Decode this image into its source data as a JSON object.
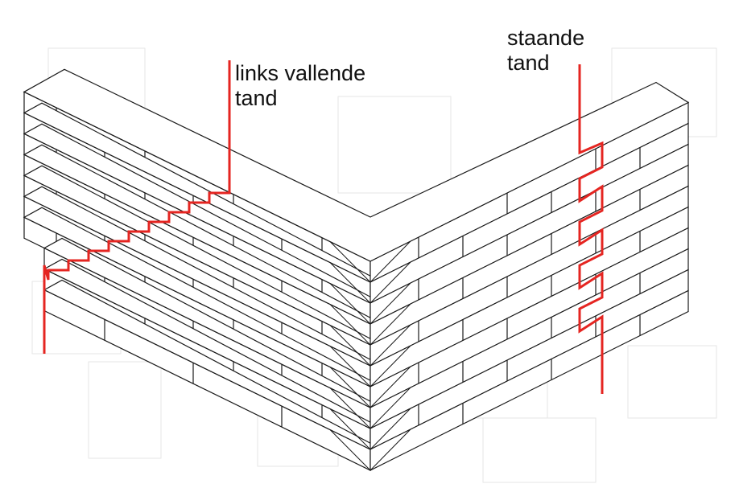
{
  "labels": {
    "left_line1": "links vallende",
    "left_line2": "tand",
    "right_line1": "staande",
    "right_line2": "tand"
  },
  "colors": {
    "brick_stroke": "#1a1a1a",
    "brick_fill": "#ffffff",
    "toothing_line": "#e52521",
    "background_grid": "#e6e6e6"
  },
  "courses": 10
}
